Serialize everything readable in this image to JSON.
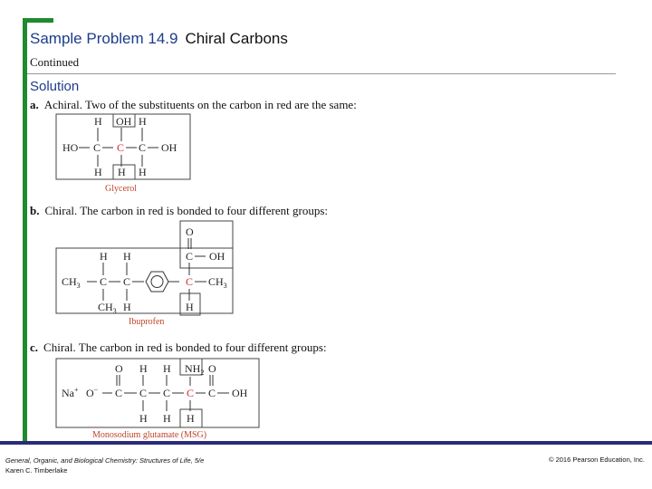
{
  "header": {
    "number": "Sample Problem 14.9",
    "name": "Chiral Carbons",
    "continued": "Continued",
    "solution": "Solution"
  },
  "items": [
    {
      "label": "a.",
      "text": "Achiral. Two of the substituents on the carbon in red are the same:",
      "caption": "Glycerol"
    },
    {
      "label": "b.",
      "text": "Chiral. The carbon in red is bonded to four different groups:",
      "caption": "Ibuprofen"
    },
    {
      "label": "c.",
      "text": "Chiral. The carbon in red is bonded to four different groups:",
      "caption": "Monosodium glutamate (MSG)"
    }
  ],
  "glycerol": {
    "top": [
      "H",
      "OH",
      "H"
    ],
    "left": "HO",
    "c": [
      "C",
      "C",
      "C"
    ],
    "right": "OH",
    "bottom": [
      "H",
      "H",
      "H"
    ]
  },
  "ibuprofen": {
    "top_h": [
      "H",
      "H"
    ],
    "ch3_left": "CH",
    "ch3_left_sub": "3",
    "c": [
      "C",
      "C"
    ],
    "bottom_left": "CH",
    "bottom_left_sub": "3",
    "bottom_h": "H",
    "o": "O",
    "carboxyl_c": "C",
    "oh": "OH",
    "chiral_c": "C",
    "ch3_right": "CH",
    "ch3_right_sub": "3",
    "chiral_h": "H"
  },
  "msg": {
    "na": "Na",
    "na_sup": "+",
    "o_minus": "O",
    "o_minus_sup": "−",
    "top": [
      "O",
      "H",
      "H",
      "NH",
      "O"
    ],
    "nh_sub": "2",
    "c": [
      "C",
      "C",
      "C",
      "C",
      "C"
    ],
    "oh": "OH",
    "bottom": [
      "H",
      "H",
      "H"
    ]
  },
  "footer": {
    "book": "General, Organic, and Biological Chemistry: Structures of Life, 5/e",
    "author": "Karen C. Timberlake",
    "copyright": "© 2016 Pearson Education, Inc."
  }
}
